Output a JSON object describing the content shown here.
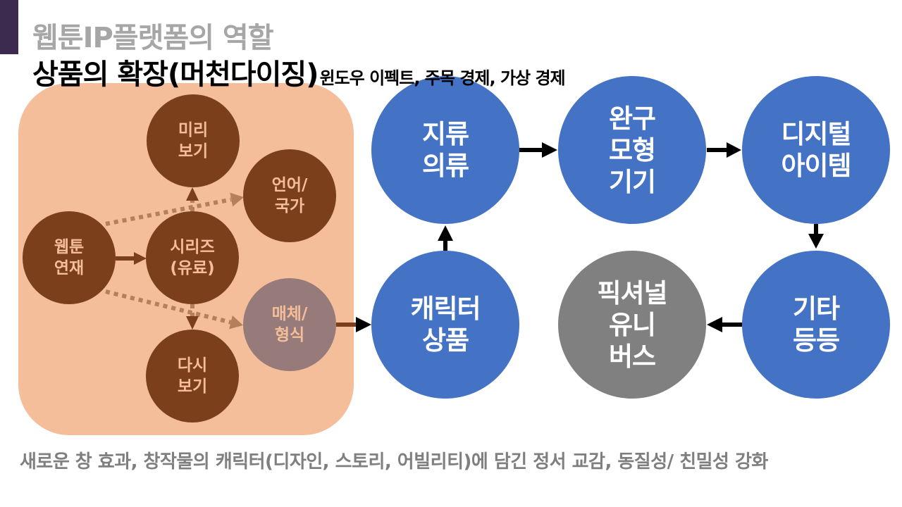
{
  "slide": {
    "title": "웹툰IP플랫폼의 역할",
    "subtitle": "상품의 확장(머천다이징)",
    "subtitle_note": "윈도우 이펙트, 주목 경제, 가상 경제",
    "footer": "새로운 창 효과, 창작물의 캐릭터(디자인, 스토리, 어빌리티)에 담긴 정서 교감, 동질성/ 친밀성 강화"
  },
  "webtoon_group": {
    "serial": [
      "웹툰",
      "연재"
    ],
    "preview": [
      "미리",
      "보기"
    ],
    "series": [
      "시리즈",
      "(유료)"
    ],
    "rewatch": [
      "다시",
      "보기"
    ],
    "language": [
      "언어/",
      "국가"
    ],
    "media": [
      "매체/",
      "형식"
    ]
  },
  "merchandise_flow": {
    "character_goods": [
      "캐릭터",
      "상품"
    ],
    "paper_apparel": [
      "지류",
      "의류"
    ],
    "toys_models": [
      "완구",
      "모형",
      "기기"
    ],
    "digital_items": [
      "디지털",
      "아이템"
    ],
    "others": [
      "기타",
      "등등"
    ],
    "fictional_universe": [
      "픽셔널",
      "유니",
      "버스"
    ]
  },
  "colors": {
    "accent_bar": "#3d2b4f",
    "title_gray": "#a6a6a6",
    "group_bg": "#f4be9b",
    "brown_node": "#7b3f1c",
    "brown_node_text": "#f4be9b",
    "muted_node": "#977a7a",
    "blue_node": "#4472c4",
    "gray_node": "#808080",
    "footer_gray": "#7f7f7f",
    "dotted_arrow": "#b4805c",
    "brown_arrow": "#7b3f1c",
    "black_arrow": "#000000"
  }
}
